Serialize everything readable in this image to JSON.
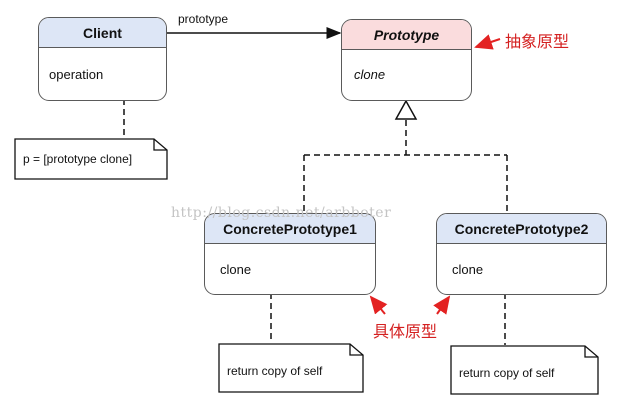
{
  "client": {
    "title": "Client",
    "operation": "operation"
  },
  "association_label": "prototype",
  "prototype": {
    "title": "Prototype",
    "operation": "clone"
  },
  "concrete1": {
    "title": "ConcretePrototype1",
    "operation": "clone"
  },
  "concrete2": {
    "title": "ConcretePrototype2",
    "operation": "clone"
  },
  "notes": {
    "client": "p = [prototype clone]",
    "concrete1": "return copy of self",
    "concrete2": "return copy of self"
  },
  "annotations": {
    "abstract": "抽象原型",
    "concrete": "具体原型"
  },
  "watermark": "http://blog.csdn.net/arbboter",
  "colors": {
    "abstract_header": "#fadcdd",
    "concrete_header": "#dde6f6",
    "annotation": "#d42020"
  }
}
